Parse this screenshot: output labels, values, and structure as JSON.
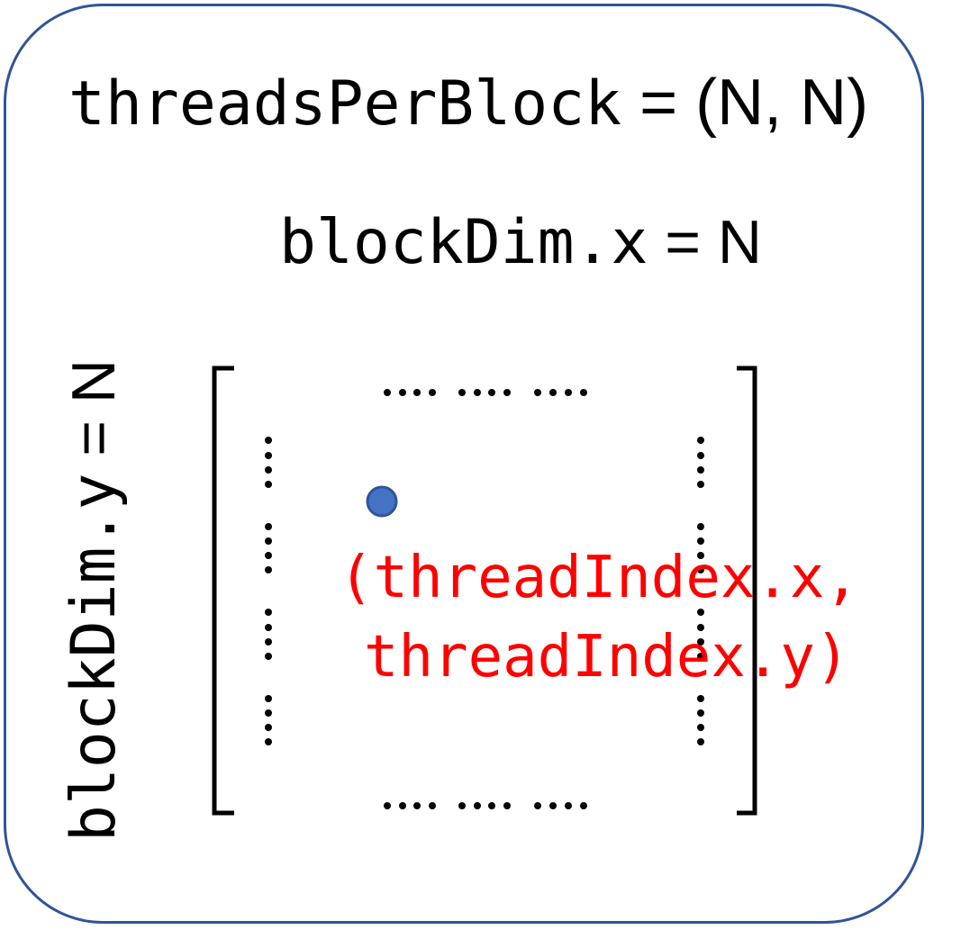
{
  "title": {
    "code": "threadsPerBlock",
    "value": " = (N, N)"
  },
  "block_dim_x": {
    "code": "blockDim.x",
    "value": " = N"
  },
  "block_dim_y": {
    "code": "blockDim.y",
    "value": " = N"
  },
  "thread_label": {
    "line1": "(threadIndex.x,",
    "line2": "threadIndex.y)"
  },
  "colors": {
    "frame": "#2f5597",
    "thread_dot_fill": "#4472c4",
    "thread_dot_stroke": "#2f5597",
    "thread_label": "#ff0000"
  },
  "icons": {
    "thread_marker": "circle-dot",
    "ellipsis": "dots"
  }
}
